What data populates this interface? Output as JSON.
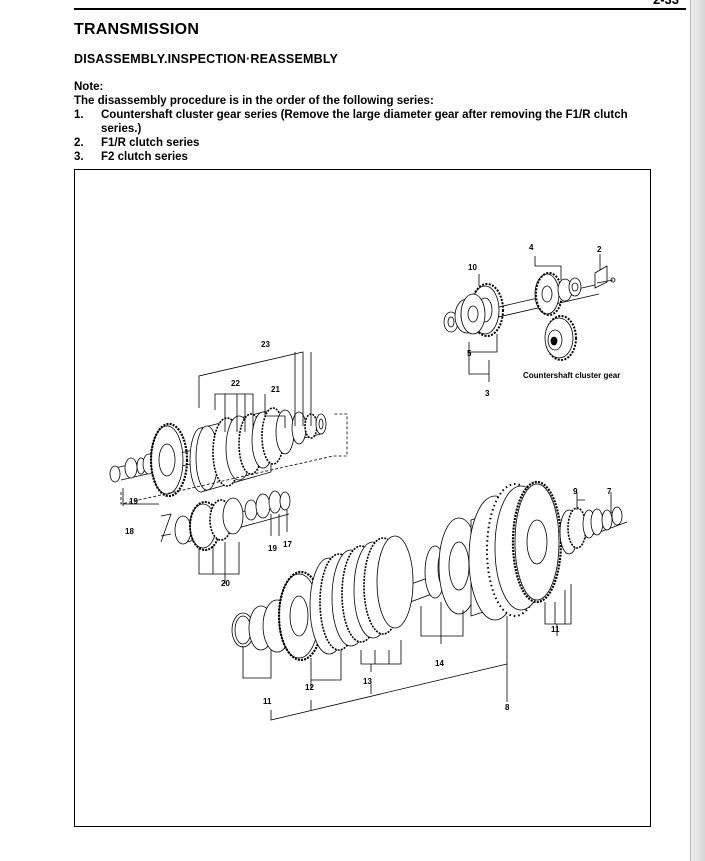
{
  "header": {
    "page_number": "2-33",
    "title": "TRANSMISSION",
    "subtitle": "DISASSEMBLY.INSPECTION·REASSEMBLY"
  },
  "note": {
    "label": "Note:",
    "intro": "The disassembly procedure is in the order of the following series:",
    "items": [
      {
        "num": "1.",
        "text": "Countershaft cluster gear series (Remove the large diameter gear after removing the F1/R clutch series.)"
      },
      {
        "num": "2.",
        "text": "F1/R clutch series"
      },
      {
        "num": "3.",
        "text": "F2 clutch series"
      }
    ]
  },
  "figure": {
    "caption": "Countershaft cluster gear",
    "callouts": {
      "c2": "2",
      "c3": "3",
      "c4": "4",
      "c5": "5",
      "c7": "7",
      "c8": "8",
      "c9": "9",
      "c10": "10",
      "c11a": "11",
      "c11b": "11",
      "c12": "12",
      "c13": "13",
      "c14": "14",
      "c17": "17",
      "c18": "18",
      "c19a": "19",
      "c19b": "19",
      "c20": "20",
      "c21": "21",
      "c22": "22",
      "c23": "23"
    }
  }
}
